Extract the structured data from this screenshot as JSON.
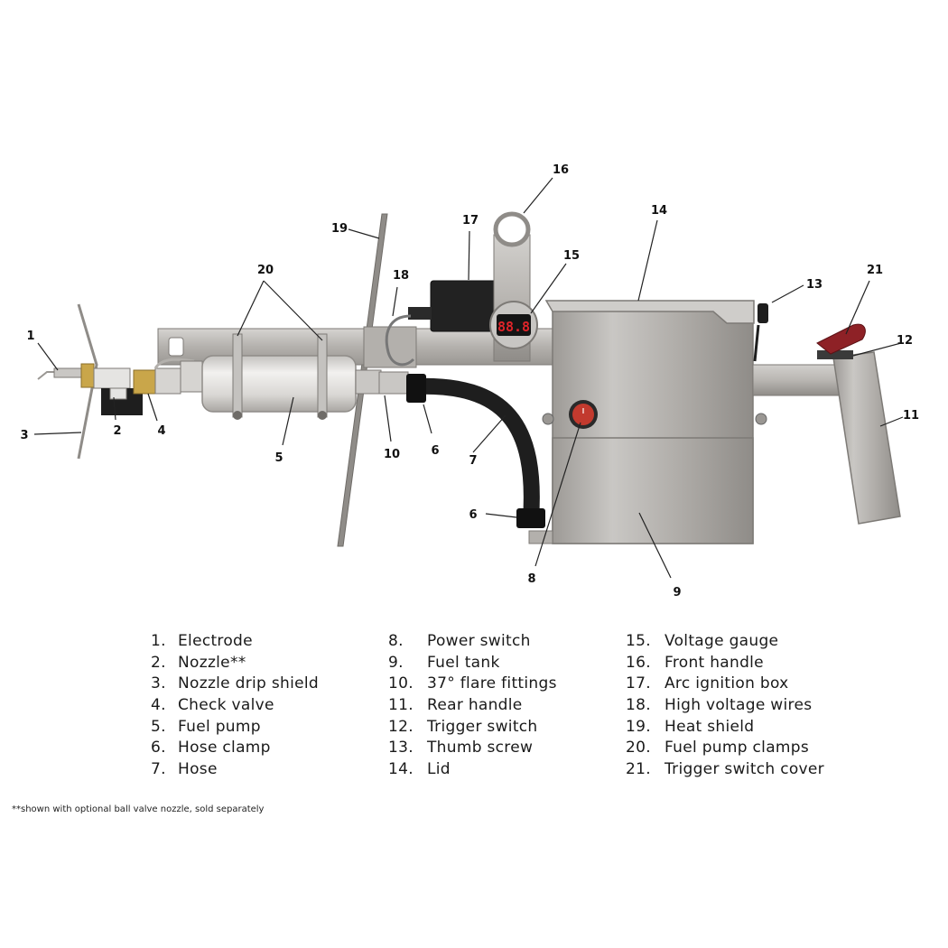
{
  "callouts": {
    "c1": "1",
    "c2": "2",
    "c3": "3",
    "c4": "4",
    "c5": "5",
    "c6a": "6",
    "c6b": "6",
    "c7": "7",
    "c8": "8",
    "c9": "9",
    "c10": "10",
    "c11": "11",
    "c12": "12",
    "c13": "13",
    "c14": "14",
    "c15": "15",
    "c16": "16",
    "c17": "17",
    "c18": "18",
    "c19": "19",
    "c20": "20",
    "c21": "21"
  },
  "gauge_display": "88.8",
  "legend": {
    "col1": [
      {
        "num": "1.",
        "label": "Electrode"
      },
      {
        "num": "2.",
        "label": "Nozzle**"
      },
      {
        "num": "3.",
        "label": "Nozzle drip shield"
      },
      {
        "num": "4.",
        "label": "Check valve"
      },
      {
        "num": "5.",
        "label": "Fuel pump"
      },
      {
        "num": "6.",
        "label": "Hose clamp"
      },
      {
        "num": "7.",
        "label": "Hose"
      }
    ],
    "col2": [
      {
        "num": "8.",
        "label": "Power switch"
      },
      {
        "num": "9.",
        "label": "Fuel tank"
      },
      {
        "num": "10.",
        "label": "37° flare fittings"
      },
      {
        "num": "11.",
        "label": "Rear handle"
      },
      {
        "num": "12.",
        "label": "Trigger switch"
      },
      {
        "num": "13.",
        "label": "Thumb screw"
      },
      {
        "num": "14.",
        "label": "Lid"
      }
    ],
    "col3": [
      {
        "num": "15.",
        "label": "Voltage gauge"
      },
      {
        "num": "16.",
        "label": "Front handle"
      },
      {
        "num": "17.",
        "label": "Arc ignition box"
      },
      {
        "num": "18.",
        "label": "High voltage wires"
      },
      {
        "num": "19.",
        "label": "Heat shield"
      },
      {
        "num": "20.",
        "label": "Fuel pump clamps"
      },
      {
        "num": "21.",
        "label": "Trigger switch cover"
      }
    ]
  },
  "footnote": "**shown with optional ball valve nozzle, sold separately",
  "colors": {
    "steel": "#b9b6b2",
    "steel_dark": "#8f8c88",
    "hose": "#1e1e1e",
    "brass": "#c9a64a",
    "switch_red": "#c23a2e",
    "cover_red": "#8e2126",
    "gauge_digits": "#e0242a"
  }
}
